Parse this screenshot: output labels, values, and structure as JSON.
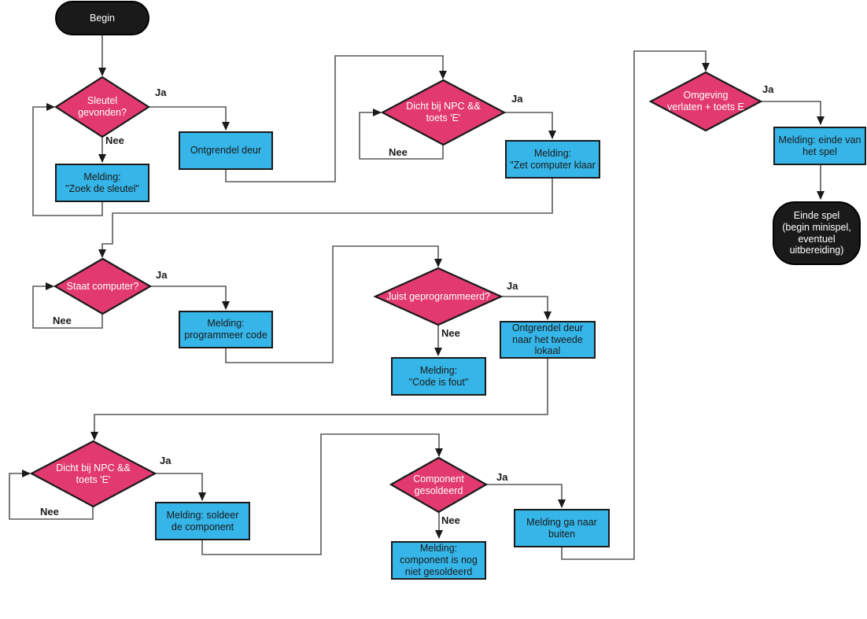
{
  "diagram": {
    "language": "nl",
    "edge_labels": {
      "yes": "Ja",
      "no": "Nee"
    },
    "colors": {
      "decision": "#E23A6E",
      "process": "#36B5E8",
      "terminal": "#1A1A1A",
      "connector": "#595959",
      "arrow": "#1A1A1A"
    },
    "nodes": {
      "begin": {
        "type": "terminal",
        "text": "Begin"
      },
      "sleutel_gevonden": {
        "type": "decision",
        "text": "Sleutel\ngevonden?"
      },
      "ontgrendel_deur": {
        "type": "process",
        "text": "Ontgrendel deur"
      },
      "zoek_sleutel": {
        "type": "process",
        "text": "Melding:\n\"Zoek de sleutel\""
      },
      "dicht_bij_npc_1": {
        "type": "decision",
        "text": "Dicht bij NPC &&\ntoets 'E'"
      },
      "zet_computer_klaar": {
        "type": "process",
        "text": "Melding:\n\"Zet computer klaar"
      },
      "omgeving_verlaten": {
        "type": "decision",
        "text": "Omgeving\nverlaten + toets E"
      },
      "melding_einde": {
        "type": "process",
        "text": "Melding: einde van\nhet spel"
      },
      "einde_spel": {
        "type": "terminal",
        "text": "Einde spel\n(begin minispel,\neventuel\nuitbereiding)"
      },
      "staat_computer": {
        "type": "decision",
        "text": "Staat computer?"
      },
      "programmeer_code": {
        "type": "process",
        "text": "Melding:\nprogrammeer code"
      },
      "juist_geprogrammeerd": {
        "type": "decision",
        "text": "Juist geprogrammeerd?"
      },
      "tweede_lokaal": {
        "type": "process",
        "text": "Ontgrendel deur\nnaar het tweede\nlokaal"
      },
      "code_is_fout": {
        "type": "process",
        "text": "Melding:\n\"Code is fout\""
      },
      "dicht_bij_npc_2": {
        "type": "decision",
        "text": "Dicht bij NPC &&\ntoets 'E'"
      },
      "soldeer_component": {
        "type": "process",
        "text": "Melding: soldeer\nde component"
      },
      "component_gesoldeerd": {
        "type": "decision",
        "text": "Component\ngesoldeerd"
      },
      "ga_naar_buiten": {
        "type": "process",
        "text": "Melding ga naar\nbuiten"
      },
      "niet_gesoldeerd": {
        "type": "process",
        "text": "Melding:\ncomponent is nog\nniet gesoldeerd"
      }
    }
  }
}
